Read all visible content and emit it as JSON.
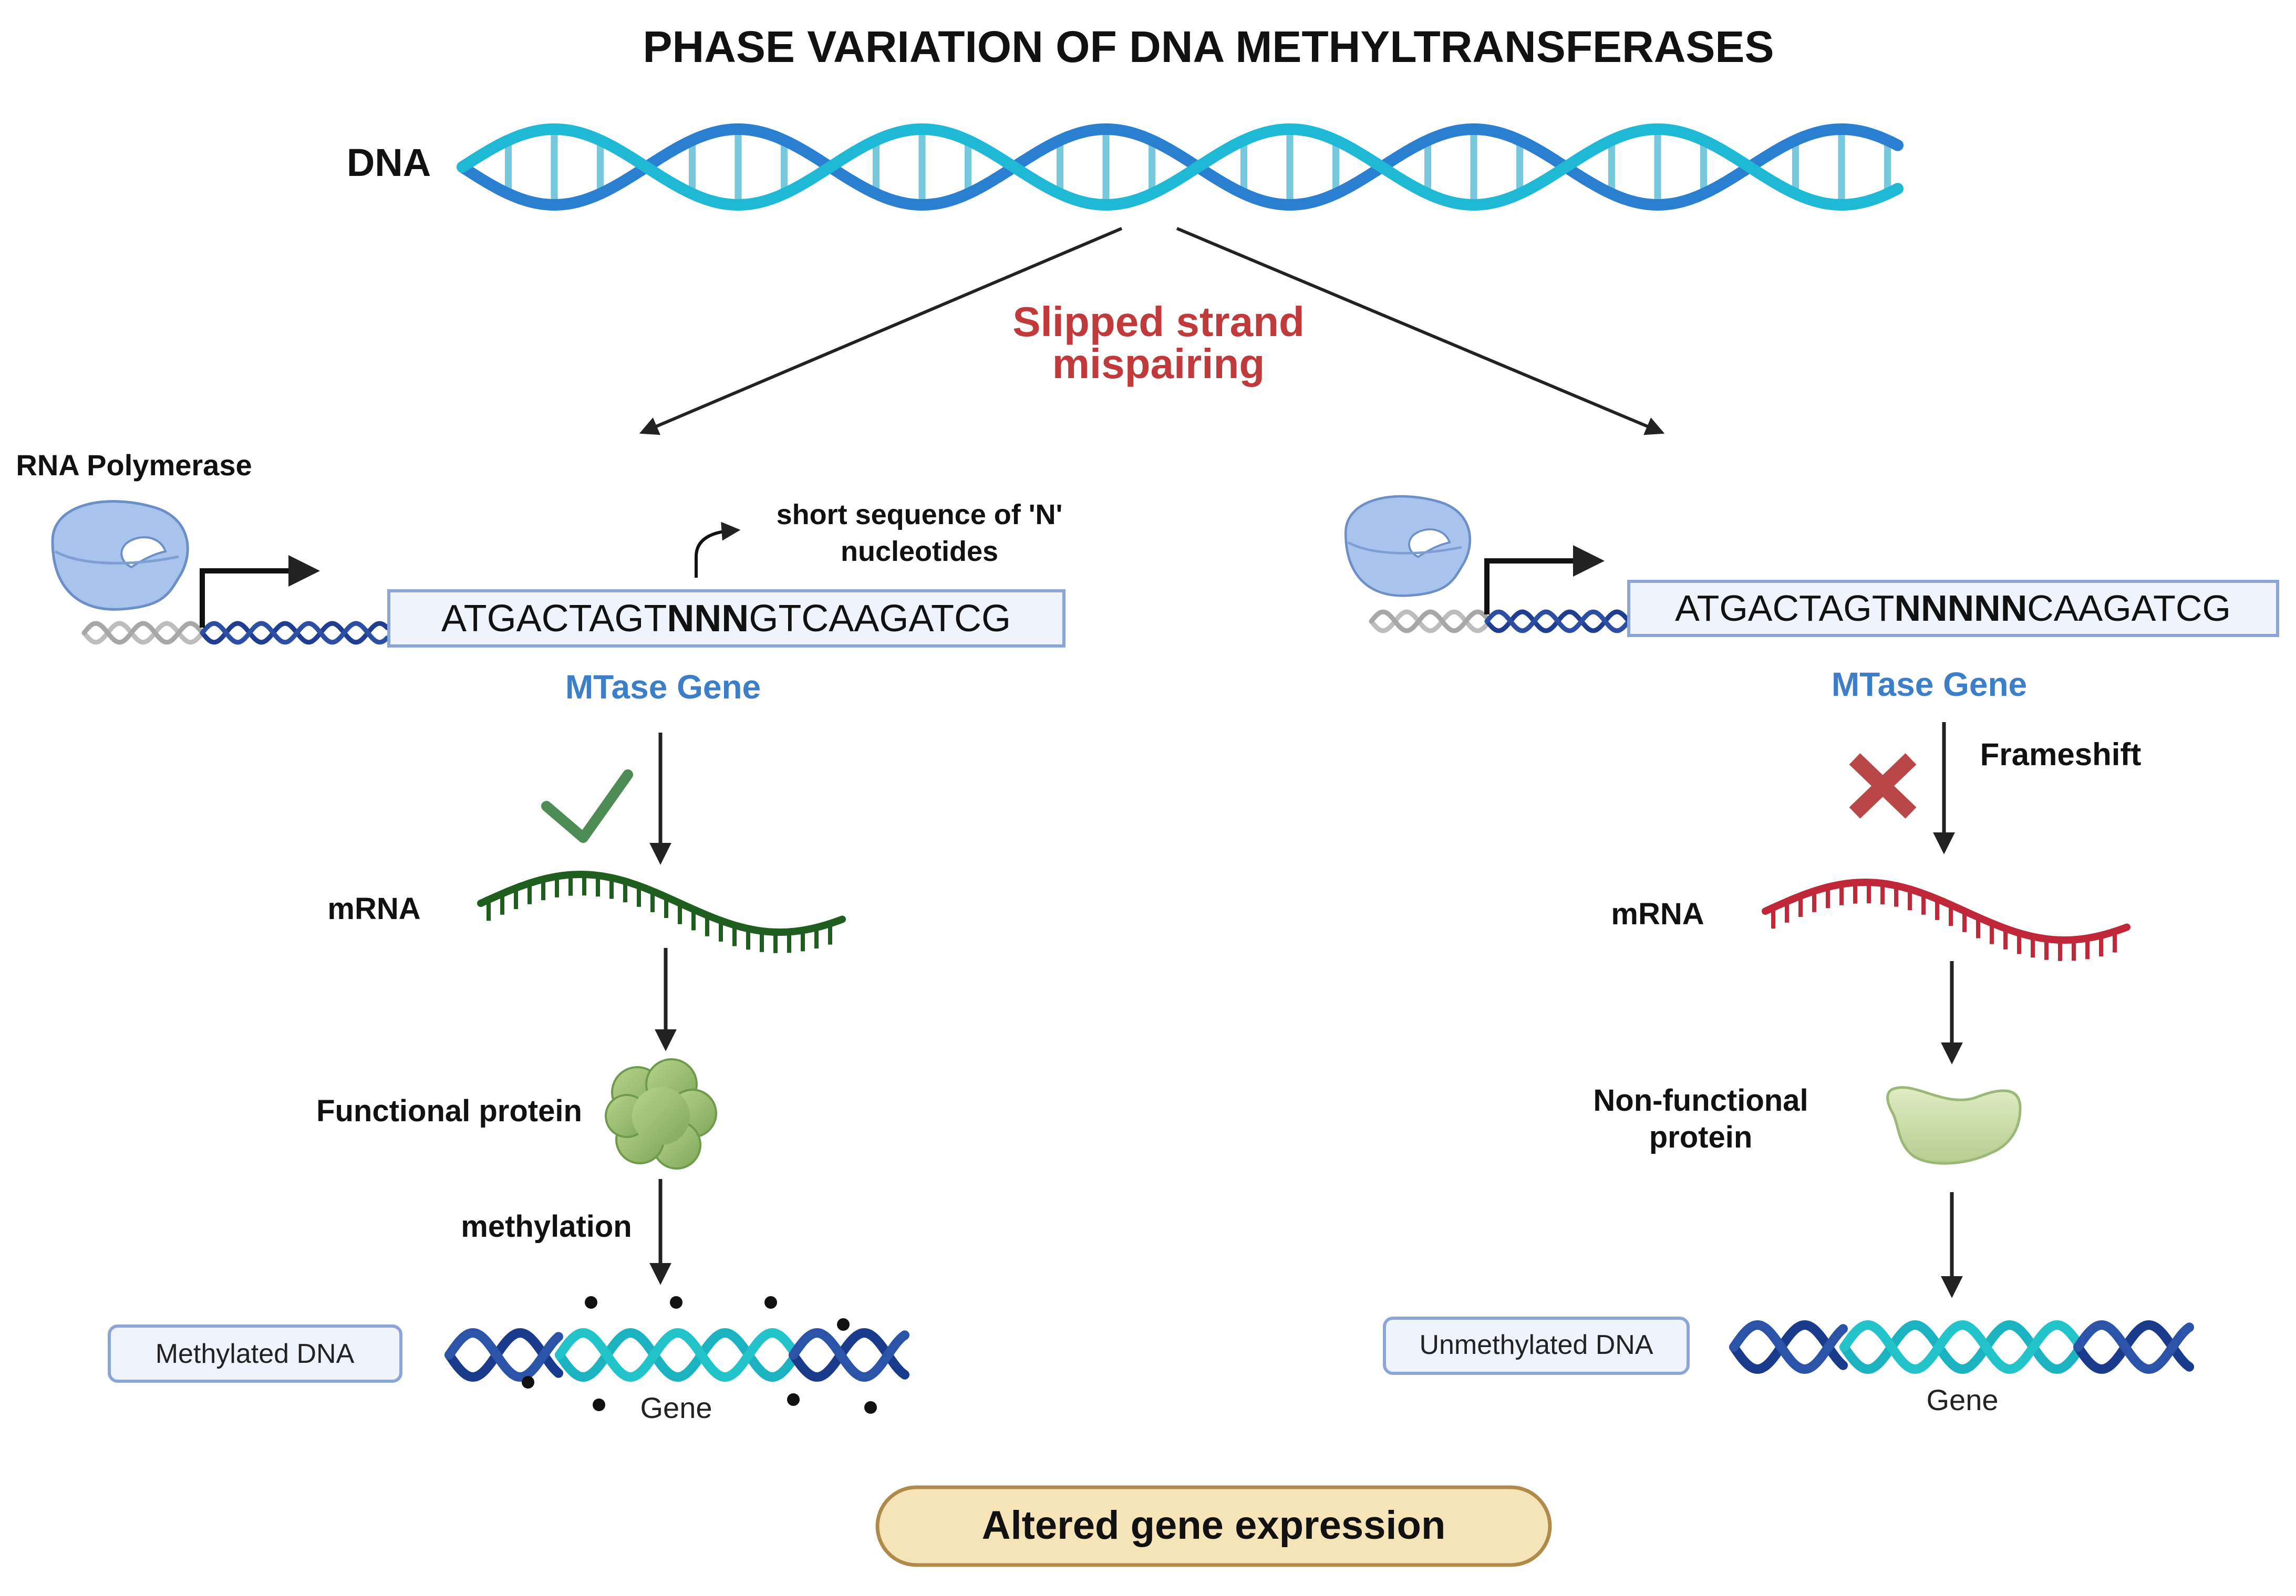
{
  "title": "PHASE VARIATION OF DNA METHYLTRANSFERASES",
  "dna_label": "DNA",
  "slipped_line1": "Slipped strand",
  "slipped_line2": "mispairing",
  "left": {
    "rna_polymerase_label": "RNA Polymerase",
    "short_seq_line1": "short sequence of 'N'",
    "short_seq_line2": "nucleotides",
    "seq_prefix": "ATGACTAGT",
    "seq_bold": "NNN",
    "seq_suffix": "GTCAAGATCG",
    "gene_label": "MTase Gene",
    "mrna_label": "mRNA",
    "protein_label": "Functional protein",
    "methylation_label": "methylation",
    "dna_box_label": "Methylated DNA",
    "gene_caption": "Gene"
  },
  "right": {
    "seq_prefix": "ATGACTAGT",
    "seq_bold": "NNNNN",
    "seq_suffix": "CAAGATCG",
    "gene_label": "MTase Gene",
    "frameshift_label": "Frameshift",
    "mrna_label": "mRNA",
    "protein_line1": "Non-functional",
    "protein_line2": "protein",
    "dna_box_label": "Unmethylated DNA",
    "gene_caption": "Gene"
  },
  "bottom_label": "Altered gene expression",
  "colors": {
    "title": "#111111",
    "slipped": "#c0393b",
    "gene_label": "#3d7ec8",
    "helix_dark": "#2a7fd0",
    "helix_light": "#1fb9d6",
    "green_mrna": "#1f5e1f",
    "red_mrna": "#c0283a",
    "check": "#4e8c55",
    "cross": "#b94748",
    "box_fill": "#eef3fc",
    "box_stroke": "#8aa5d6",
    "bottom_fill": "#f4e4b8",
    "bottom_stroke": "#b08a4a"
  }
}
